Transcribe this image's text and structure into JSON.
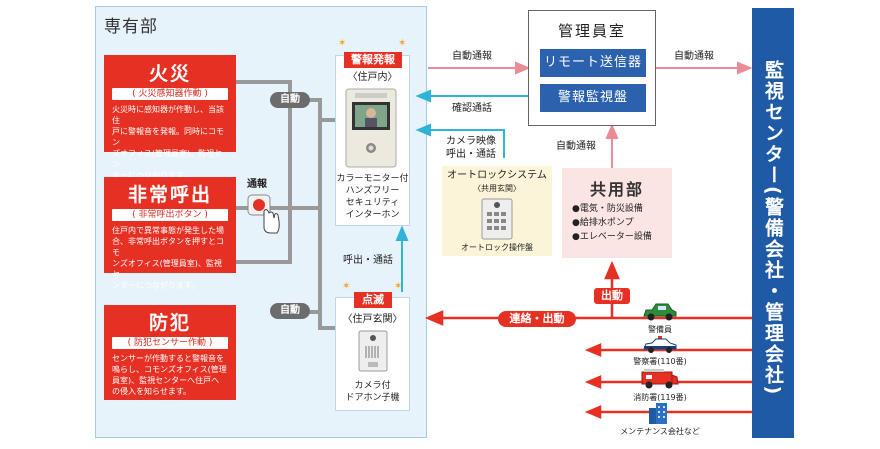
{
  "area": {
    "title": "専有部"
  },
  "fire": {
    "title": "火災",
    "sub": "( 火災感知器作動 )",
    "desc": [
      "火災時に感知器が作動し、当該住",
      "戸に警報音を発報。同時にコモン",
      "ズオフィス(管理員室)、監視セン",
      "ターにつながります。"
    ]
  },
  "emergency": {
    "title": "非常呼出",
    "sub": "( 非常呼出ボタン )",
    "desc": [
      "住戸内で異常事態が発生した場",
      "合、非常呼出ボタンを押すとコモ",
      "ンズオフィス(管理員室)、監視セ",
      "ンターにつながります。"
    ]
  },
  "security": {
    "title": "防犯",
    "sub": "( 防犯センサー作動 )",
    "desc": [
      "センサーが作動すると警報音を",
      "鳴らし、コモンズオフィス(管理",
      "員室)、監視センターへ住戸へ",
      "の侵入を知らせます。"
    ]
  },
  "auto_pill_top": "自動",
  "auto_pill_bottom": "自動",
  "tsuhou_label": "通報",
  "indoor": {
    "alarm_tag": "警報発報",
    "location": "〈住戸内〉",
    "name": [
      "カラーモニター付",
      "ハンズフリー",
      "セキュリティ",
      "インターホン"
    ]
  },
  "call_label": "呼出・通話",
  "door": {
    "blink_tag": "点滅",
    "location": "〈住戸玄関〉",
    "name": [
      "カメラ付",
      "ドアホン子機"
    ]
  },
  "kanri": {
    "title": "管理員室",
    "btn1": "リモート送信器",
    "btn2": "警報監視盤"
  },
  "arrows": {
    "auto1": "自動通報",
    "auto2": "自動通報",
    "confirm": "確認通話",
    "camera": [
      "カメラ映像",
      "呼出・通話"
    ],
    "auto3": "自動通報",
    "dispatch": "出動",
    "contact": "連絡・出動"
  },
  "autolock": {
    "title": "オートロックシステム",
    "sub": "〈共用玄関〉",
    "panel": "オートロック操作盤"
  },
  "kyoyo": {
    "title": "共用部",
    "items": [
      "●電気・防災設備",
      "●給排水ポンプ",
      "●エレベーター設備"
    ]
  },
  "center": {
    "title": "監視センター",
    "paren": "(警備会社・管理会社)"
  },
  "dest": {
    "guard": "警備員",
    "police": "警察署(110番)",
    "fire": "消防署(119番)",
    "maint": "メンテナンス会社など"
  },
  "colors": {
    "red": "#e53023",
    "blue": "#1e5aa6",
    "cyan": "#2fb3d6",
    "pink": "#e98c95"
  }
}
